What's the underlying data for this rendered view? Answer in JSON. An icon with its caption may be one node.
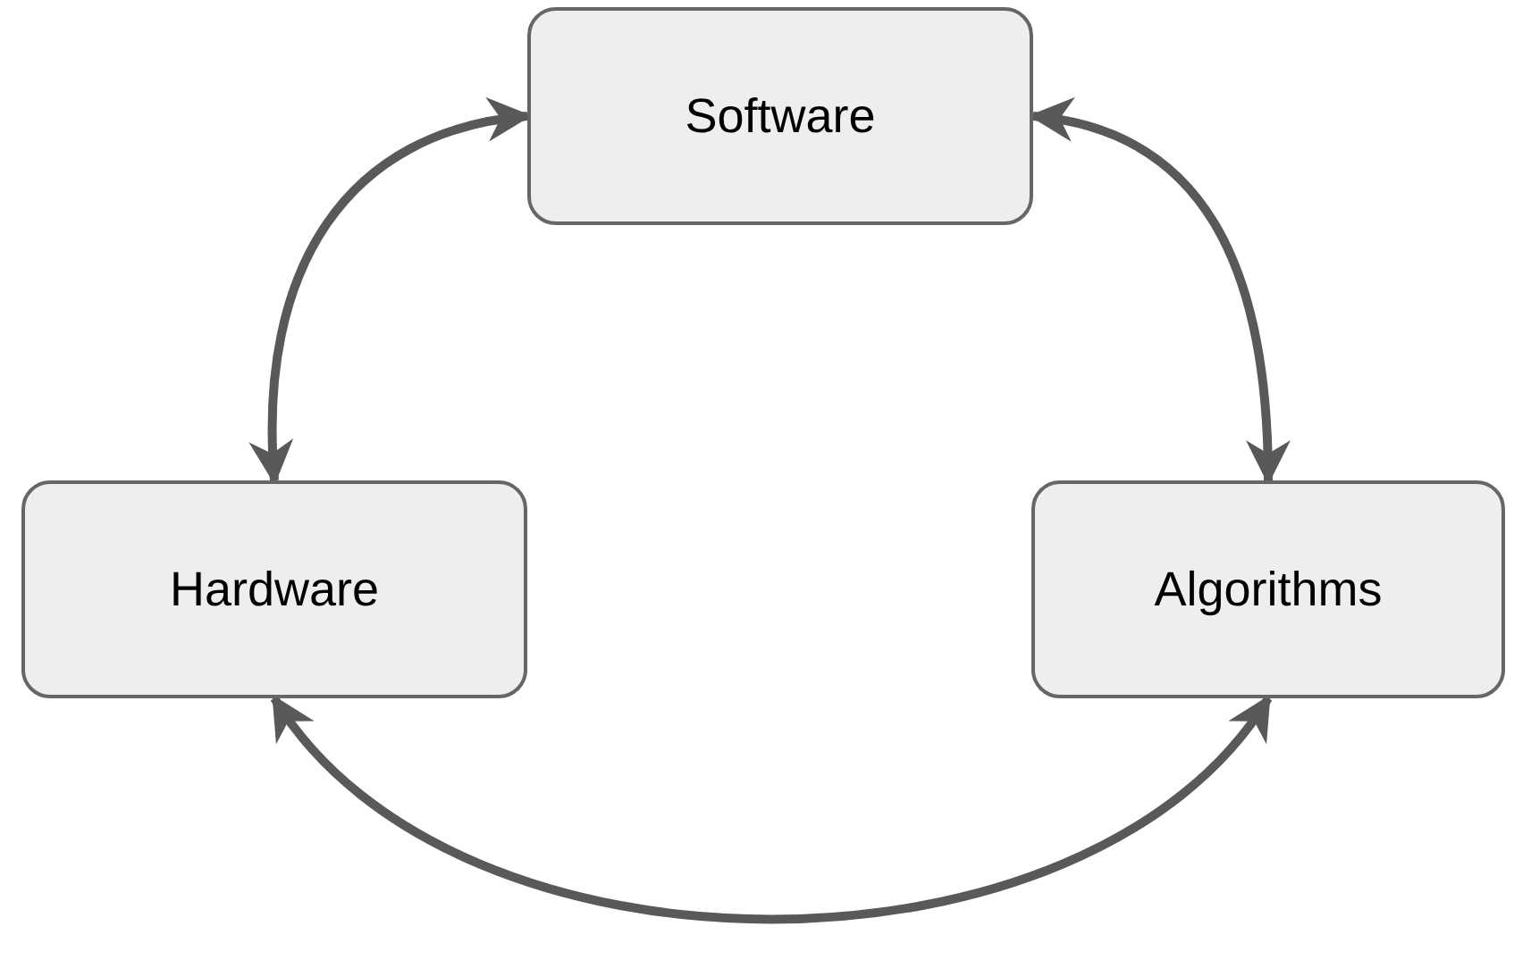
{
  "diagram": {
    "nodes": [
      {
        "text": [
          "Software"
        ]
      },
      {
        "text": [
          "Hardware"
        ]
      },
      {
        "text": [
          "Algorithms"
        ]
      }
    ],
    "edges": [
      {
        "from": 0,
        "to": 1,
        "arrow": "both"
      },
      {
        "from": 0,
        "to": 2,
        "arrow": "both"
      },
      {
        "from": 1,
        "to": 2,
        "arrow": "both"
      }
    ]
  }
}
